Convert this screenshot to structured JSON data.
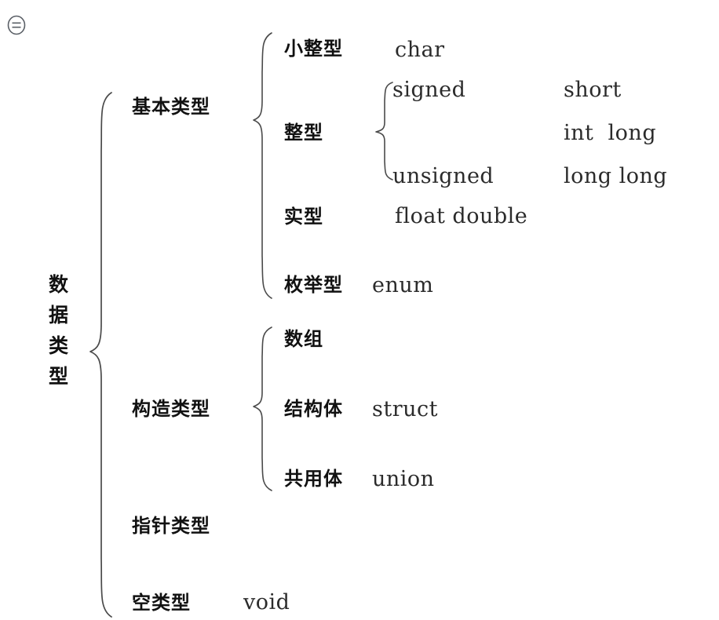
{
  "toolbar": {
    "menu_icon": "circled-menu-icon"
  },
  "diagram": {
    "root_label": "数据类型",
    "root_label_chars": [
      "数",
      "据",
      "类",
      "型"
    ],
    "branches": [
      {
        "id": "basic",
        "label": "基本类型",
        "children": [
          {
            "id": "small-int",
            "label": "小整型",
            "keywords": "char"
          },
          {
            "id": "integer",
            "label": "整型",
            "keywords": "",
            "signedness": [
              "signed",
              "unsigned"
            ],
            "widths": [
              "short",
              "int  long",
              "long long"
            ]
          },
          {
            "id": "real",
            "label": "实型",
            "keywords": "float double"
          },
          {
            "id": "enum",
            "label": "枚举型",
            "keywords": "enum"
          }
        ]
      },
      {
        "id": "constructed",
        "label": "构造类型",
        "children": [
          {
            "id": "array",
            "label": "数组",
            "keywords": ""
          },
          {
            "id": "struct",
            "label": "结构体",
            "keywords": "struct"
          },
          {
            "id": "union",
            "label": "共用体",
            "keywords": "union"
          }
        ]
      },
      {
        "id": "pointer",
        "label": "指针类型",
        "keywords": ""
      },
      {
        "id": "void",
        "label": "空类型",
        "keywords": "void"
      }
    ]
  },
  "colors": {
    "background": "#ffffff",
    "text": "#111111",
    "keyword_text": "#2b2b2b",
    "brace_stroke": "#4a4a4a",
    "icon_stroke": "#5a5f66"
  }
}
